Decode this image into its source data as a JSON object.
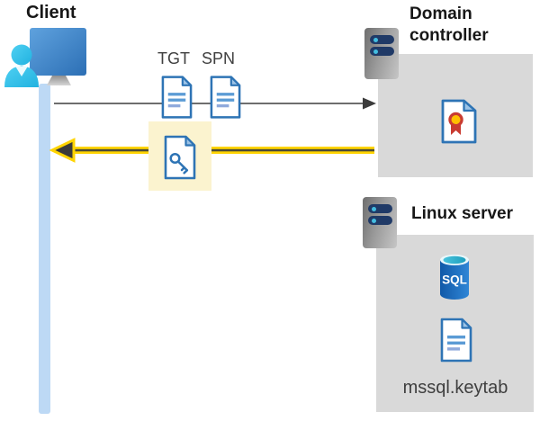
{
  "client": {
    "label": "Client"
  },
  "flow": {
    "tgt_label": "TGT",
    "spn_label": "SPN"
  },
  "domain_controller": {
    "label": "Domain controller"
  },
  "linux_server": {
    "label": "Linux server",
    "sql_badge": "SQL",
    "keytab_filename": "mssql.keytab"
  },
  "colors": {
    "response_arrow_yellow": "#ffd400",
    "response_arrowhead_dark": "#3b3b3b",
    "request_arrow_gray": "#595959",
    "highlight_box": "#fbf3cf",
    "container_box_gray": "#d9d9d9",
    "document_blue": "#2e74b5",
    "timeline_blue": "#bdd9f5",
    "certificate_red": "#c93b31",
    "certificate_gold": "#ffc000",
    "sql_cylinder_blue": "#1668c1",
    "server_bar_navy": "#203a67"
  }
}
